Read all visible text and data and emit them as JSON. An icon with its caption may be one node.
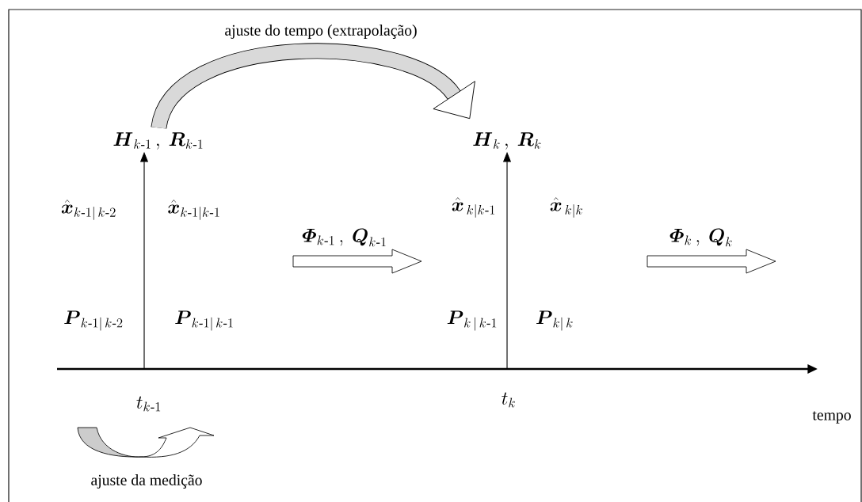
{
  "diagram": {
    "nodes": [
      {
        "text": [
          "\\boldsymbol{H}_{k\\text{-}1}\\,,\\ \\boldsymbol{R}_{k\\text{-}1}"
        ]
      },
      {
        "text": [
          "\\boldsymbol{H}_{k}\\,,\\ \\boldsymbol{R}_{k}"
        ]
      }
    ],
    "edges": [
      {
        "from": null,
        "to": 0,
        "arrow": "to"
      },
      {
        "from": null,
        "to": 1,
        "arrow": "to"
      },
      {
        "from": 0,
        "to": 1,
        "arrow": "to",
        "label": "ajuste do tempo (extrapolação)",
        "style": "thick"
      }
    ],
    "labels": [
      "\\hat{\\boldsymbol{x}}_{k\\text{-}1|\\,k\\text{-}2}",
      "\\hat{\\boldsymbol{x}}_{k\\text{-}1|k\\text{-}1}",
      "\\hat{\\boldsymbol{x}}_{\\,k|k\\text{-}1}",
      "\\hat{\\boldsymbol{x}}_{\\,k|k}",
      "\\boldsymbol{\\varPhi}_{k\\text{-}1}\\,,\\ \\boldsymbol{Q}_{k\\text{-}1}",
      "\\boldsymbol{\\varPhi}_{k}\\,,\\ \\boldsymbol{Q}_{k}",
      "\\boldsymbol{P}_{k\\text{-}1|\\,k\\text{-}2}",
      "\\boldsymbol{P}_{k\\text{-}1|\\,k\\text{-}1}",
      "\\boldsymbol{P}_{k\\,|\\,k\\text{-}1}",
      "\\boldsymbol{P}_{k|\\,k}",
      "t_{k\\text{-}1}",
      "t_{k}",
      "tempo",
      "ajuste da medição"
    ]
  }
}
